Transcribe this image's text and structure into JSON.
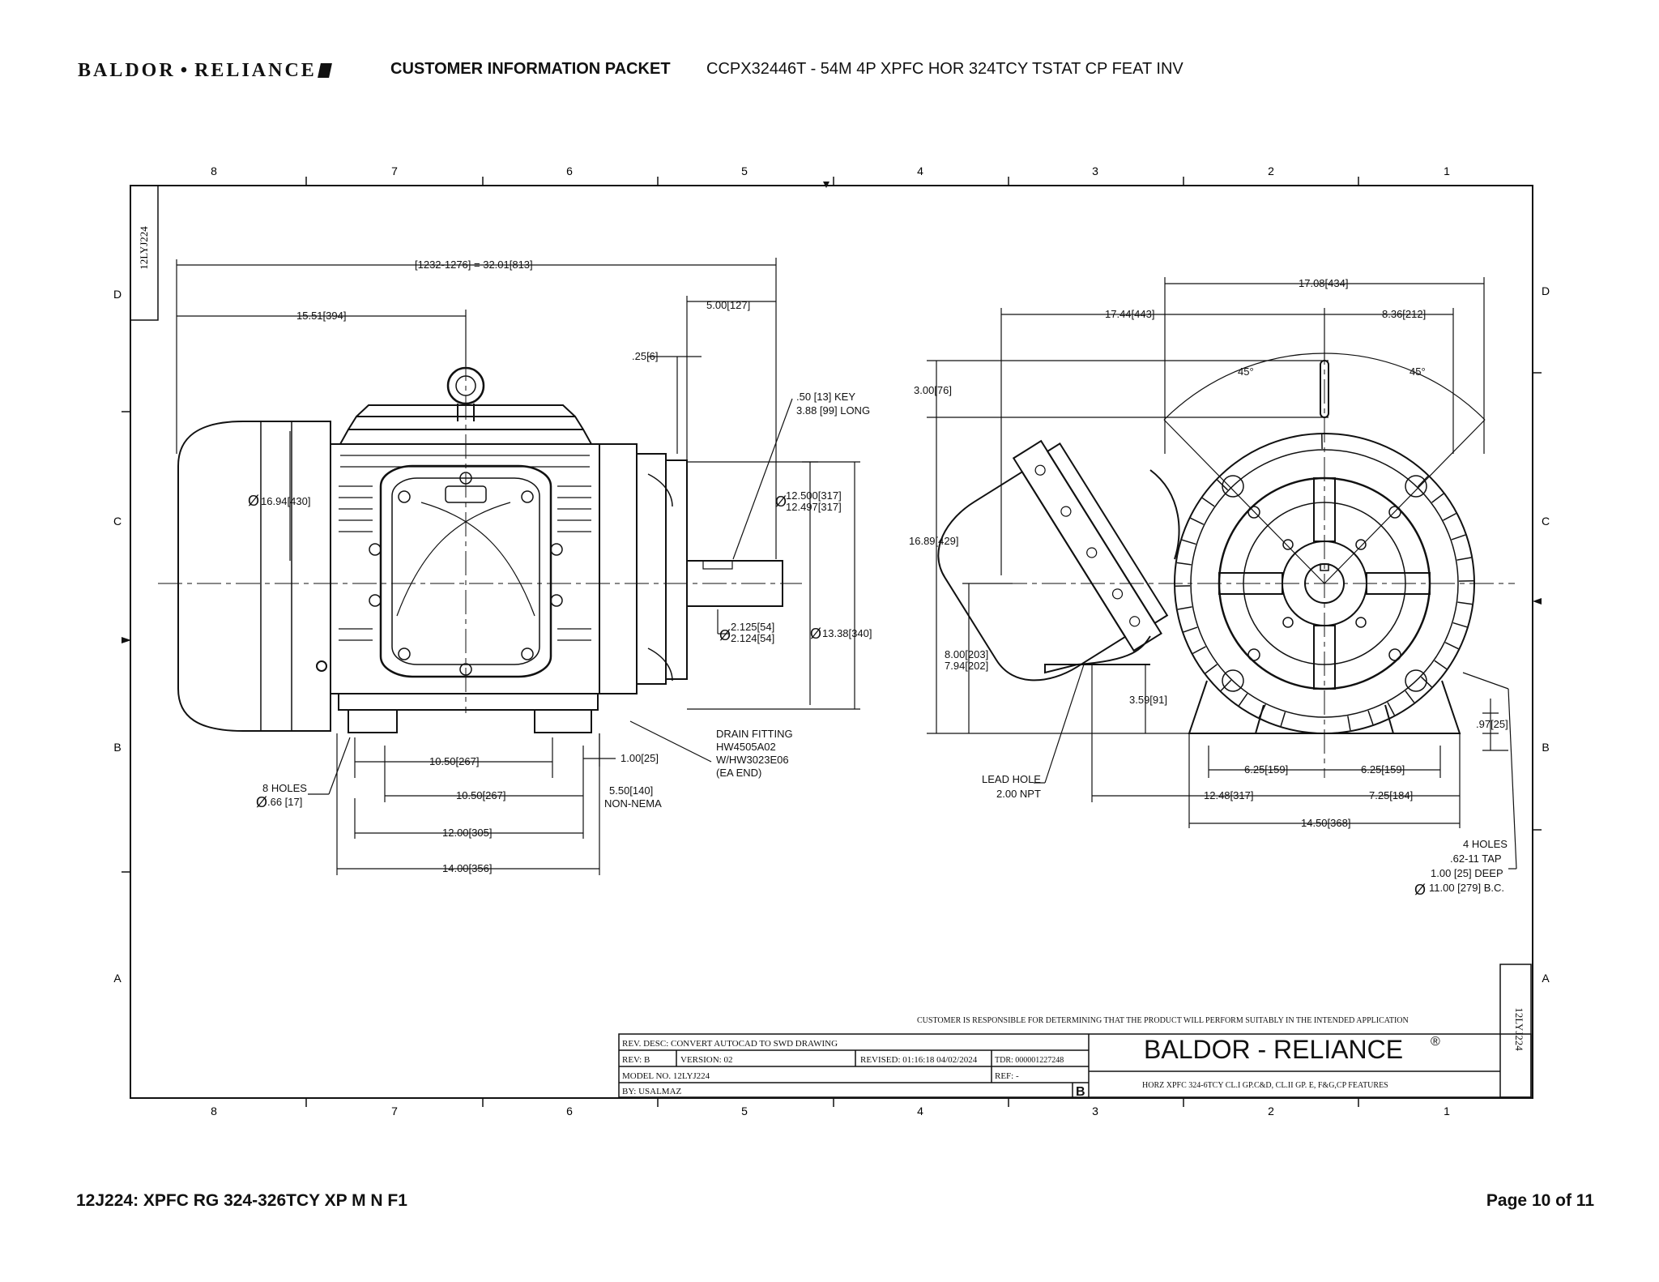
{
  "header": {
    "brand_a": "BALDOR",
    "brand_sep": "•",
    "brand_b": "RELIANCE",
    "packet": "CUSTOMER INFORMATION PACKET",
    "description": "CCPX32446T - 54M 4P XPFC HOR 324TCY TSTAT CP FEAT INV"
  },
  "footer": {
    "model_line": "12J224: XPFC RG 324-326TCY XP M N F1",
    "page": "Page 10 of 11"
  },
  "drawing": {
    "zones_top": [
      "8",
      "7",
      "6",
      "5",
      "4",
      "3",
      "2",
      "1"
    ],
    "rows": [
      "D",
      "C",
      "B",
      "A"
    ],
    "corner_id": "12LYJ224",
    "dims_side": {
      "overall": "[1232-1276] = 32.01[813]",
      "eyebolt": "15.51[394]",
      "shaft_ext": "5.00[127]",
      "flange_gap": ".25[6]",
      "key": ".50 [13] KEY",
      "key_len": "3.88 [99] LONG",
      "frame_dia": "16.94[430]",
      "pilot_a": "12.500[317]",
      "pilot_b": "12.497[317]",
      "shaft_a": "2.125[54]",
      "shaft_b": "2.124[54]",
      "face_dia": "13.38[340]",
      "drain_1": "DRAIN FITTING",
      "drain_2": "HW4505A02",
      "drain_3": "W/HW3023E06",
      "drain_4": "(EA END)",
      "holes_1": "8 HOLES",
      "holes_2": ".66 [17]",
      "foot_a": "10.50[267]",
      "foot_b": "10.50[267]",
      "foot_c": "12.00[305]",
      "foot_d": "14.00[356]",
      "foot_e": "1.00[25]",
      "nema_a": "5.50[140]",
      "nema_b": "NON-NEMA"
    },
    "dims_end": {
      "width_top": "17.08[434]",
      "left": "17.44[443]",
      "right": "8.36[212]",
      "angle_l": "45°",
      "angle_r": "45°",
      "eye_h": "3.00[76]",
      "height": "16.89[429]",
      "shaft_h_a": "8.00[203]",
      "shaft_h_b": "7.94[202]",
      "box_h": "3.59[91]",
      "lead_1": "LEAD HOLE",
      "lead_2": "2.00 NPT",
      "foot_l": "6.25[159]",
      "foot_r": "6.25[159]",
      "span_l": "12.48[317]",
      "span_r": "7.25[184]",
      "span_all": "14.50[368]",
      "foot_t": ".97[25]",
      "holes4_1": "4 HOLES",
      "holes4_2": ".62-11 TAP",
      "holes4_3": "1.00 [25] DEEP",
      "holes4_4": "11.00 [279] B.C."
    },
    "title_block": {
      "notice": "CUSTOMER IS RESPONSIBLE FOR DETERMINING THAT THE PRODUCT WILL PERFORM SUITABLY IN THE INTENDED APPLICATION",
      "rev_desc": "REV. DESC: CONVERT AUTOCAD TO SWD DRAWING",
      "rev": "REV:  B",
      "version": "VERSION:  02",
      "revised": "REVISED:  01:16:18 04/02/2024",
      "tdr": "TDR:  000001227248",
      "model": "MODEL NO.  12LYJ224",
      "ref": "REF:  -",
      "by": "BY: USALMAZ",
      "rev_letter": "B",
      "company": "BALDOR - RELIANCE",
      "reg": "®",
      "subtitle": "HORZ XPFC 324-6TCY CL.I GP.C&D, CL.II GP. E, F&G,CP FEATURES",
      "side_id": "12LYJ224"
    }
  }
}
